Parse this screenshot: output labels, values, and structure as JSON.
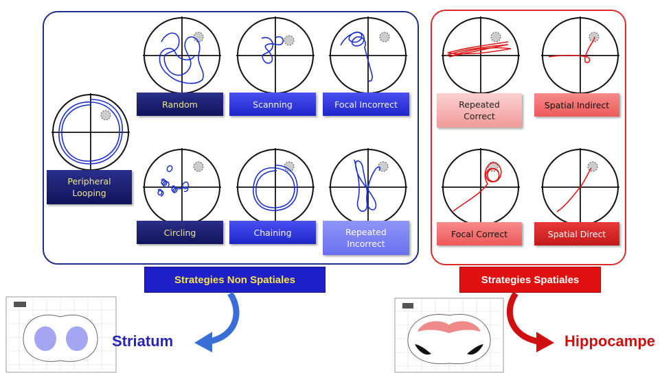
{
  "nonspatial": {
    "banner": "Strategies Non Spatiales",
    "region": "Striatum",
    "labels": {
      "random": "Random",
      "scanning": "Scanning",
      "focal_incorrect": "Focal Incorrect",
      "peripheral_looping": "Peripheral\nLooping",
      "circling": "Circling",
      "chaining": "Chaining",
      "repeated_incorrect": "Repeated\nIncorrect"
    }
  },
  "spatial": {
    "banner": "Strategies Spatiales",
    "region": "Hippocampe",
    "labels": {
      "repeated_correct": "Repeated\nCorrect",
      "spatial_indirect": "Spatial Indirect",
      "focal_correct": "Focal Correct",
      "spatial_direct": "Spatial Direct"
    }
  },
  "colors": {
    "blue_path": "#1a2fd0",
    "red_path": "#e01818",
    "blue_border": "#1f2a8a",
    "red_border": "#e02a2a",
    "banner_blue": "#2020c8",
    "banner_yellow_text": "#f5e44a",
    "banner_red": "#e01010",
    "region_blue": "#2525b8",
    "region_red": "#cc1010"
  }
}
